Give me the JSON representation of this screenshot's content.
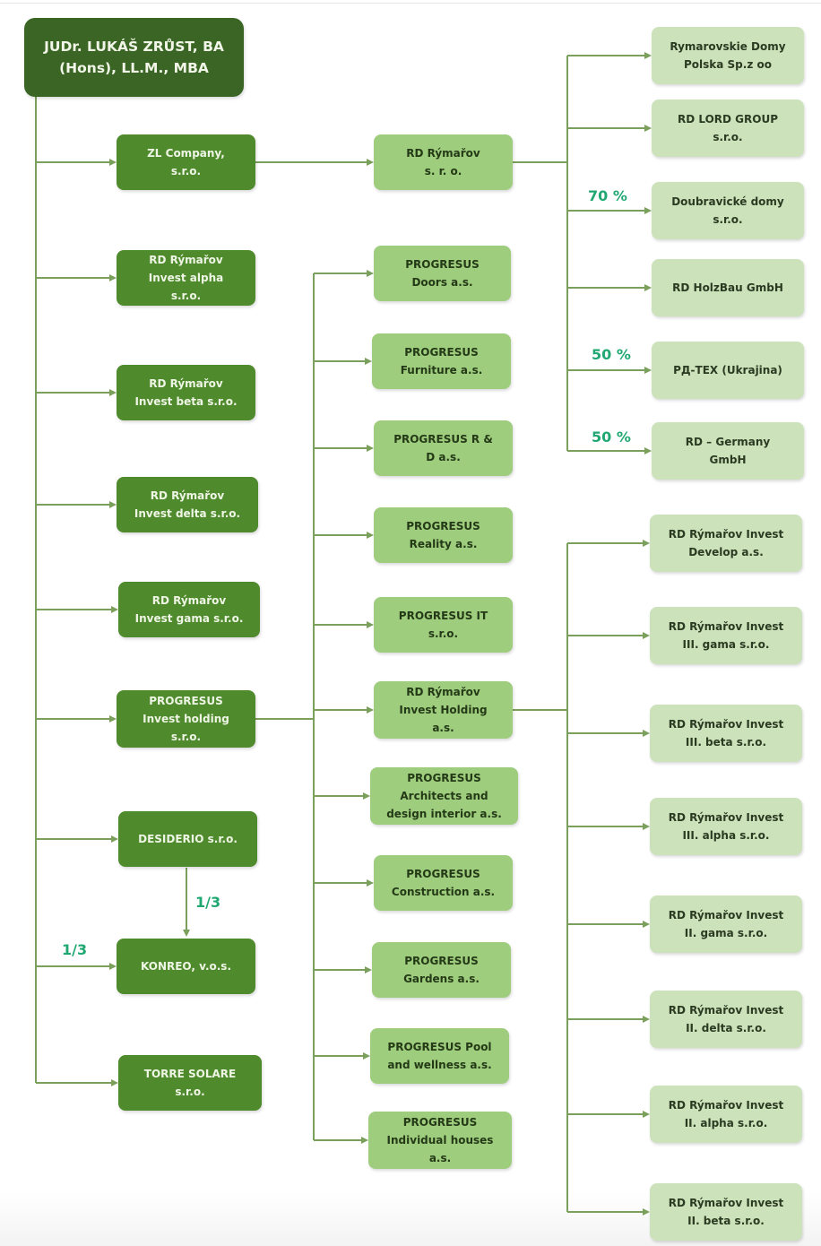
{
  "root": "JUDr. LUKÁŠ ZRŮST, BA\n(Hons), LL.M., MBA",
  "level1": [
    "ZL Company,\ns.r.o.",
    "RD Rýmařov\nInvest alpha\ns.r.o.",
    "RD Rýmařov\nInvest beta s.r.o.",
    "RD Rýmařov\nInvest delta s.r.o.",
    "RD Rýmařov\nInvest gama s.r.o.",
    "PROGRESUS\nInvest holding\ns.r.o.",
    "DESIDERIO s.r.o.",
    "KONREO, v.o.s.",
    "TORRE SOLARE\ns.r.o."
  ],
  "rd_rymarov": "RD Rýmařov\ns. r. o.",
  "middle": [
    "PROGRESUS\nDoors a.s.",
    "PROGRESUS\nFurniture a.s.",
    "PROGRESUS R &\nD a.s.",
    "PROGRESUS\nReality a.s.",
    "PROGRESUS IT\ns.r.o.",
    "RD Rýmařov\nInvest Holding\na.s.",
    "PROGRESUS\nArchitects and\ndesign interior a.s.",
    "PROGRESUS\nConstruction a.s.",
    "PROGRESUS\nGardens a.s.",
    "PROGRESUS Pool\nand wellness a.s.",
    "PROGRESUS\nIndividual houses\na.s."
  ],
  "right_top": [
    "Rymarovskie Domy\nPolska Sp.z oo",
    "RD LORD GROUP\ns.r.o.",
    "Doubravické domy\ns.r.o.",
    "RD HolzBau GmbH",
    "РД-ТЕХ (Ukrajina)",
    "RD – Germany\nGmbH"
  ],
  "right_bottom": [
    "RD Rýmařov Invest\nDevelop a.s.",
    "RD Rýmařov Invest\nIII. gama s.r.o.",
    "RD Rýmařov Invest\nIII. beta s.r.o.",
    "RD Rýmařov Invest\nIII. alpha s.r.o.",
    "RD Rýmařov Invest\nII. gama s.r.o.",
    "RD Rýmařov Invest\nII. delta s.r.o.",
    "RD Rýmařov Invest\nII. alpha s.r.o.",
    "RD Rýmařov Invest\nII. beta s.r.o."
  ],
  "shares": {
    "doubravicke": "70 %",
    "rd_tex": "50 %",
    "rd_germany": "50 %",
    "desiderio_konreo": "1/3",
    "owner_konreo": "1/3"
  },
  "colors": {
    "line": "#7ba05b",
    "root": "#3b6524",
    "level1": "#4f8a2d",
    "middle": "#9fcd7e",
    "right": "#cce2ba",
    "share": "#21a872"
  }
}
